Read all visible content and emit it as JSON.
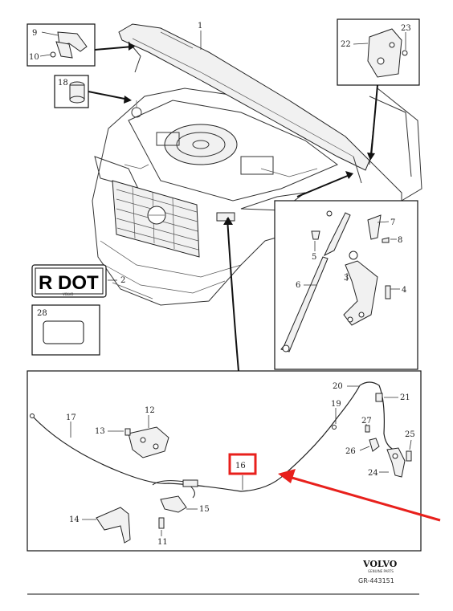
{
  "callouts": {
    "c1": "1",
    "c2": "2",
    "c3": "3",
    "c4": "4",
    "c5": "5",
    "c6": "6",
    "c7": "7",
    "c8": "8",
    "c9": "9",
    "c10": "10",
    "c11": "11",
    "c12": "12",
    "c13": "13",
    "c14": "14",
    "c15": "15",
    "c16": "16",
    "c17": "17",
    "c18": "18",
    "c19": "19",
    "c20": "20",
    "c21": "21",
    "c22": "22",
    "c23": "23",
    "c24": "24",
    "c25": "25",
    "c26": "26",
    "c27": "27",
    "c28": "28"
  },
  "label_plate": {
    "text": "R DOT",
    "brand": "VOLVO"
  },
  "footer": {
    "brand": "VOLVO",
    "subtitle": "GENUINE PARTS",
    "ref": "GR-443151"
  },
  "colors": {
    "highlight": "#e8201c",
    "arrow": "#e8201c",
    "line": "#333333"
  }
}
